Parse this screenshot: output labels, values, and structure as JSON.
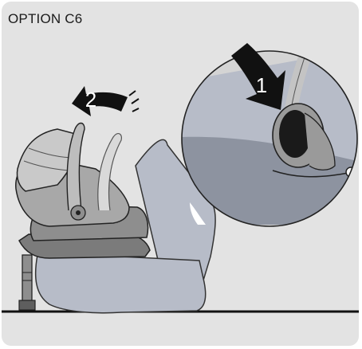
{
  "title": "OPTION C6",
  "steps": [
    {
      "number": "1",
      "action": "press-down"
    },
    {
      "number": "2",
      "action": "lift-backward"
    }
  ],
  "colors": {
    "panel": "#e3e3e3",
    "seat": "#b7bcc8",
    "seat_dark": "#8d93a0",
    "carrier": "#a8a8a8",
    "canopy": "#c9c9c9",
    "base": "#7b7b7b",
    "outline": "#222222",
    "arrow": "#111111"
  }
}
